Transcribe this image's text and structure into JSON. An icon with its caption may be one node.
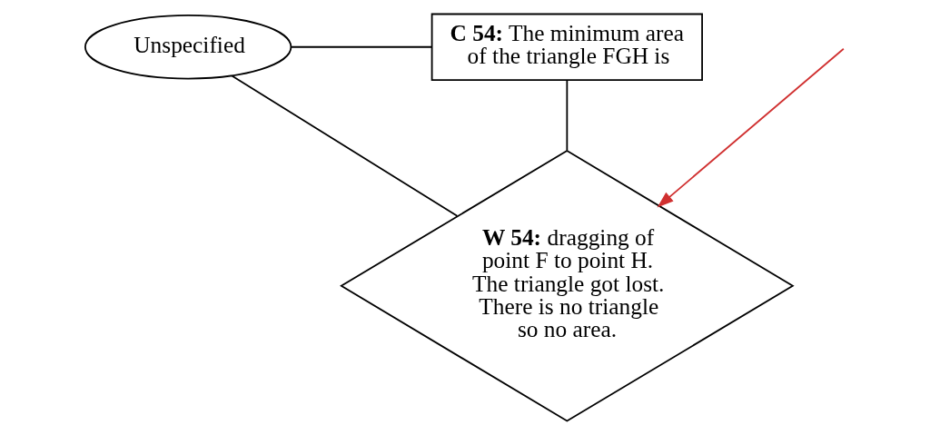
{
  "diagram": {
    "nodes": [
      {
        "text": [
          "Unspecified"
        ]
      },
      {
        "text": [
          "**C 54:** The minimum area of the triangle FGH is"
        ]
      },
      {
        "text": [
          "**W 54:** dragging of point F to point H. The triangle got lost. There is no triangle so no area."
        ]
      }
    ],
    "edges": [
      {
        "from": 0,
        "to": 1,
        "arrow": "none"
      },
      {
        "from": 0,
        "to": 2,
        "arrow": "none"
      },
      {
        "from": 1,
        "to": 2,
        "arrow": "none"
      },
      {
        "from": null,
        "to": 2,
        "arrow": "to",
        "color": "#d03030"
      }
    ]
  }
}
